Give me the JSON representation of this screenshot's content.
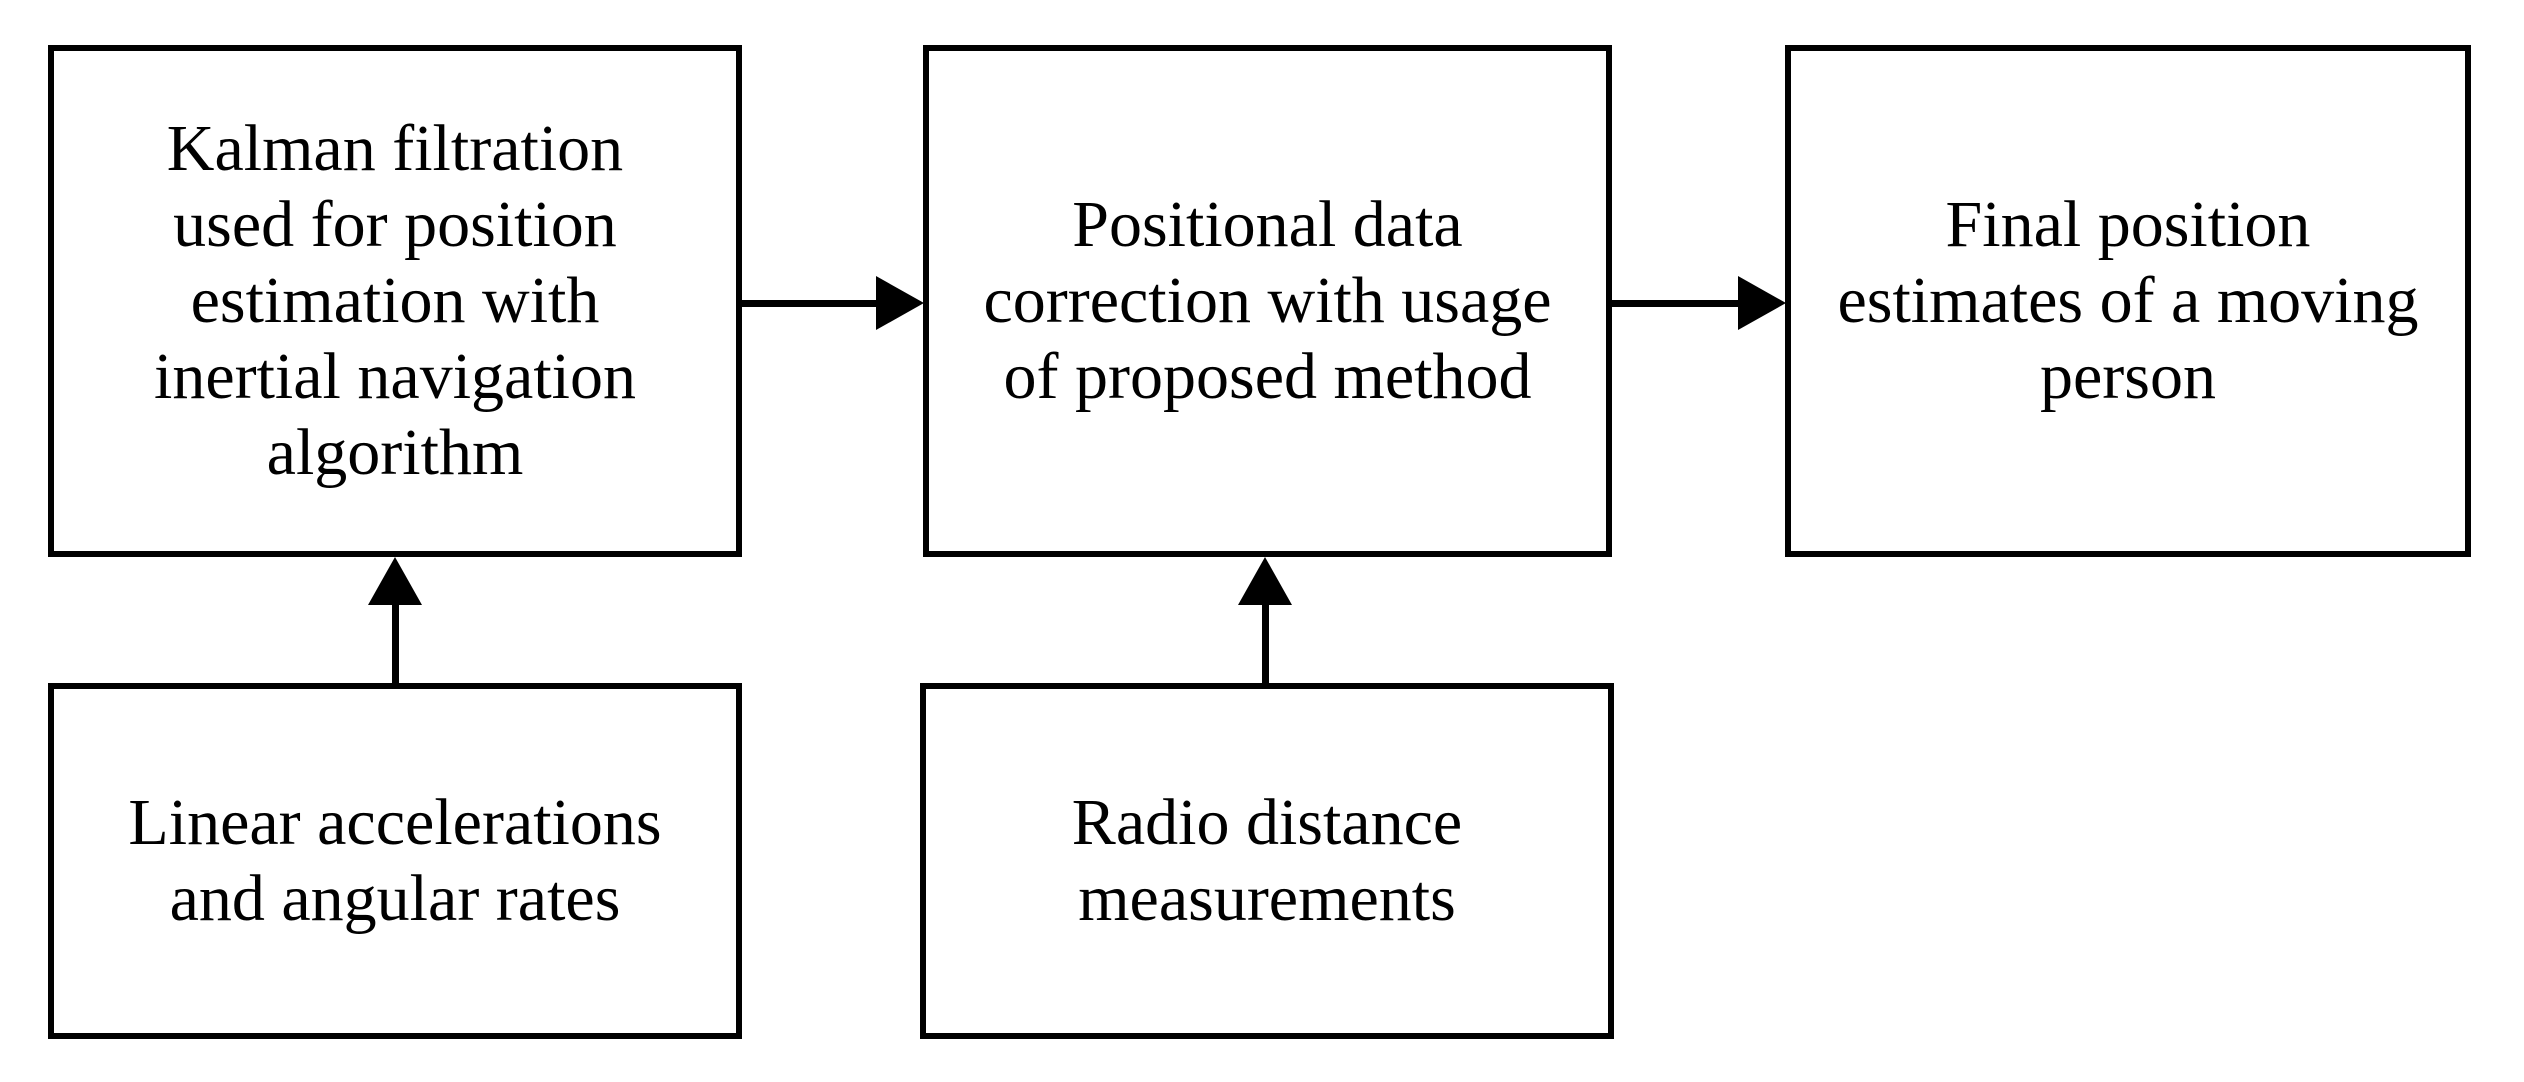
{
  "diagram": {
    "type": "flowchart",
    "background_color": "#ffffff",
    "stroke_color": "#000000",
    "text_color": "#000000",
    "nodes": [
      {
        "id": "kalman",
        "text": "Kalman filtration\nused for position\nestimation with\ninertial navigation\nalgorithm"
      },
      {
        "id": "correction",
        "text": "Positional data\ncorrection with usage\nof proposed method"
      },
      {
        "id": "final",
        "text": "Final position\nestimates of a moving\nperson"
      },
      {
        "id": "imu",
        "text": "Linear accelerations\nand angular rates"
      },
      {
        "id": "radio",
        "text": "Radio distance\nmeasurements"
      }
    ],
    "edges": [
      {
        "from": "kalman",
        "to": "correction",
        "direction": "right"
      },
      {
        "from": "correction",
        "to": "final",
        "direction": "right"
      },
      {
        "from": "imu",
        "to": "kalman",
        "direction": "up"
      },
      {
        "from": "radio",
        "to": "correction",
        "direction": "up"
      }
    ]
  }
}
